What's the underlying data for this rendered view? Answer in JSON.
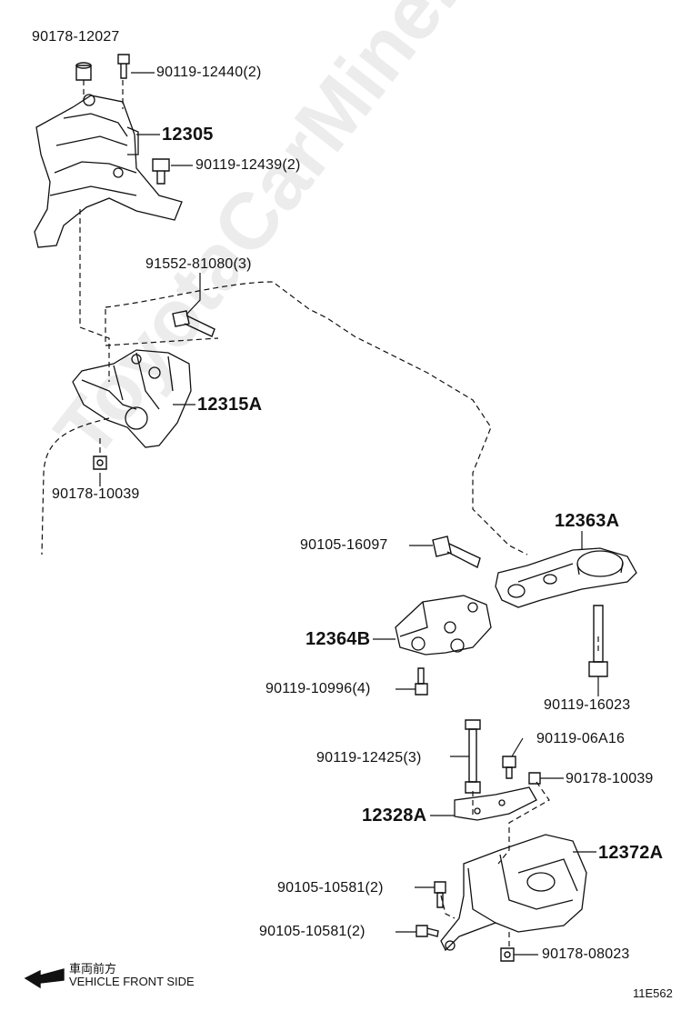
{
  "parts": {
    "p1": "90178-12027",
    "p2": "90119-12440(2)",
    "p3": "12305",
    "p4": "90119-12439(2)",
    "p5": "91552-81080(3)",
    "p6": "12315A",
    "p7": "90178-10039",
    "p8": "12363A",
    "p9": "90105-16097",
    "p10": "12364B",
    "p11": "90119-10996(4)",
    "p12": "90119-16023",
    "p13": "90119-06A16",
    "p14": "90119-12425(3)",
    "p15": "90178-10039",
    "p16": "12328A",
    "p17": "12372A",
    "p18": "90105-10581(2)",
    "p19": "90105-10581(2)",
    "p20": "90178-08023"
  },
  "legend": {
    "japanese": "車両前方",
    "english": "VEHICLE FRONT SIDE"
  },
  "figure_code": "11E562",
  "watermark": "ToyotaCarMine.ru"
}
